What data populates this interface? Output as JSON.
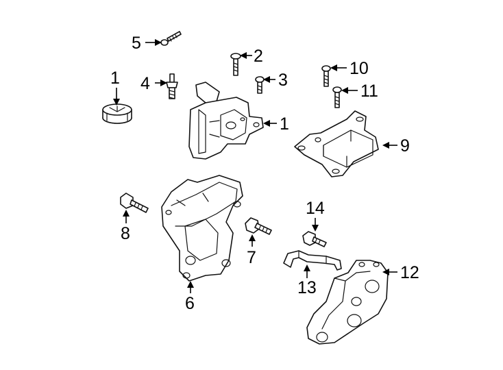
{
  "callouts": {
    "c1a": "1",
    "c1b": "1",
    "c2": "2",
    "c3": "3",
    "c4": "4",
    "c5": "5",
    "c6": "6",
    "c7": "7",
    "c8": "8",
    "c9": "9",
    "c10": "10",
    "c11": "11",
    "c12": "12",
    "c13": "13",
    "c14": "14"
  }
}
